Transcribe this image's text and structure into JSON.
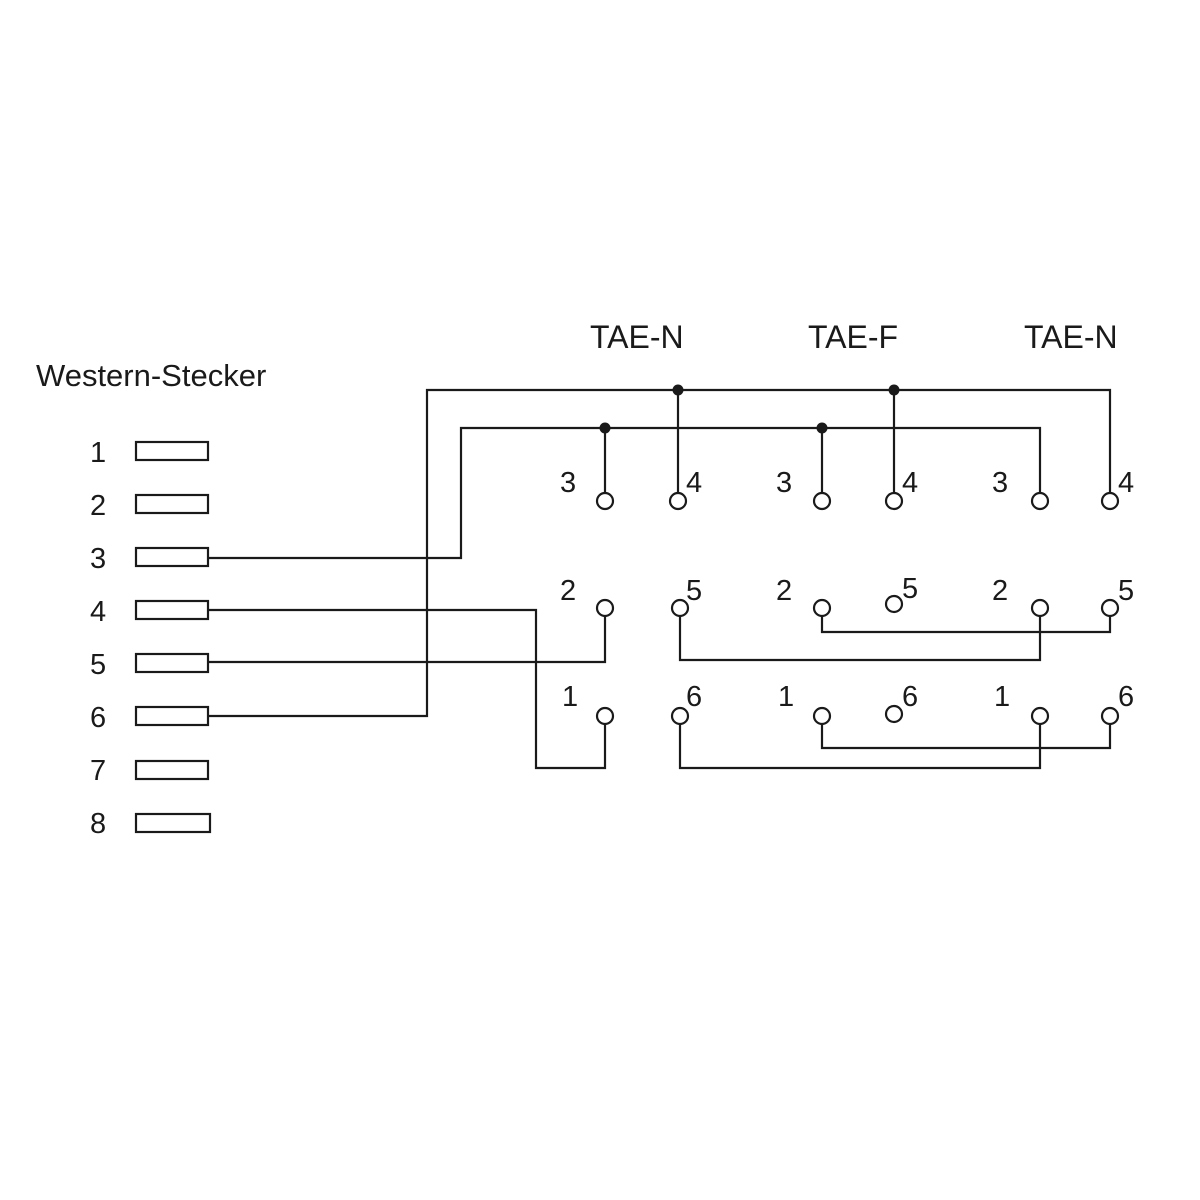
{
  "plug": {
    "title": "Western-Stecker",
    "pins": [
      "1",
      "2",
      "3",
      "4",
      "5",
      "6",
      "7",
      "8"
    ]
  },
  "sockets": [
    {
      "label": "TAE-N",
      "rows": [
        [
          "3",
          "4"
        ],
        [
          "2",
          "5"
        ],
        [
          "1",
          "6"
        ]
      ]
    },
    {
      "label": "TAE-F",
      "rows": [
        [
          "3",
          "4"
        ],
        [
          "2",
          "5"
        ],
        [
          "1",
          "6"
        ]
      ]
    },
    {
      "label": "TAE-N",
      "rows": [
        [
          "3",
          "4"
        ],
        [
          "2",
          "5"
        ],
        [
          "1",
          "6"
        ]
      ]
    }
  ],
  "colors": {
    "ink": "#1a1a1a",
    "background": "#ffffff"
  }
}
